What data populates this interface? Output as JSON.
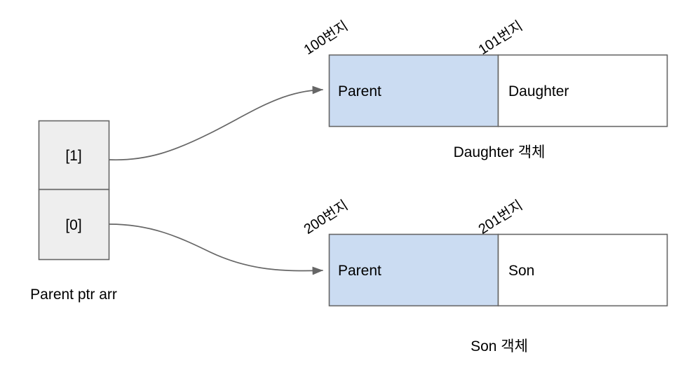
{
  "diagram": {
    "background_color": "#ffffff",
    "stroke_color": "#666666",
    "array_fill": "#eeeeee",
    "parent_fill": "#cbdcf2",
    "child_fill": "#ffffff",
    "text_color": "#000000"
  },
  "pointer_array": {
    "caption": "Parent ptr arr",
    "cells": [
      {
        "label": "[1]"
      },
      {
        "label": "[0]"
      }
    ]
  },
  "objects": [
    {
      "caption": "Daughter 객체",
      "parent_address": "100번지",
      "child_address": "101번지",
      "parent_label": "Parent",
      "child_label": "Daughter"
    },
    {
      "caption": "Son 객체",
      "parent_address": "200번지",
      "child_address": "201번지",
      "parent_label": "Parent",
      "child_label": "Son"
    }
  ],
  "arrows": [
    {
      "from": "[1]",
      "to": "Daughter 객체 Parent"
    },
    {
      "from": "[0]",
      "to": "Son 객체 Parent"
    }
  ]
}
